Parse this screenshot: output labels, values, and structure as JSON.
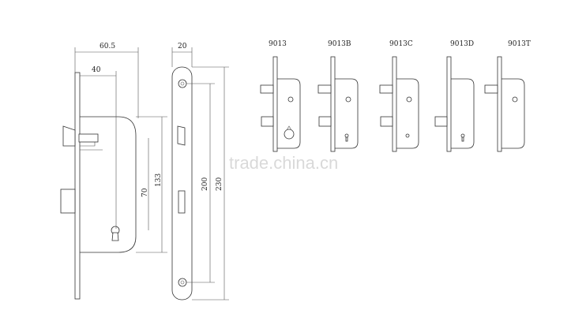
{
  "diagram": {
    "dimensions": {
      "width_total": "60.5",
      "backset": "40",
      "faceplate_width": "20",
      "center_distance": "70",
      "case_height": "133",
      "screw_distance": "200",
      "faceplate_height": "230"
    },
    "models": [
      "9013",
      "9013B",
      "9013C",
      "9013D",
      "9013T"
    ],
    "watermark": "trade.china.cn"
  }
}
